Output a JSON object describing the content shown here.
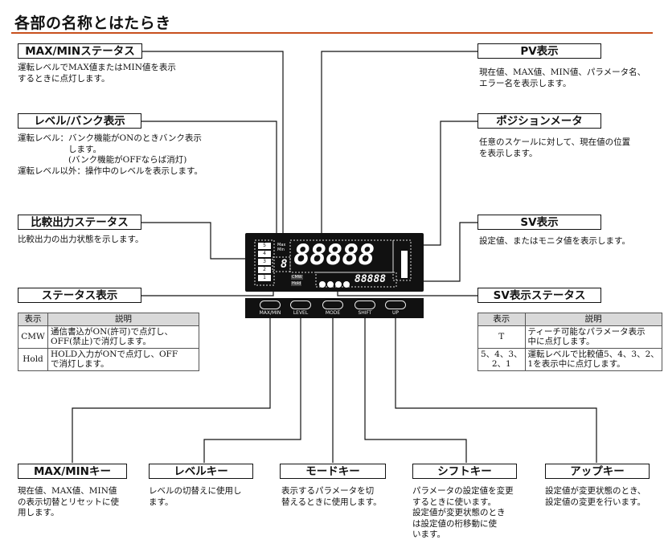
{
  "title": "各部の名称とはたらき",
  "callouts": {
    "maxmin_status": {
      "label": "MAX/MINステータス",
      "desc": "運転レベルでMAX値またはMIN値を表示\nするときに点灯します。"
    },
    "level_bank": {
      "label": "レベル/バンク表示",
      "desc": "運転レベル：バンク機能がONのときバンク表示\n　　　　　　します。\n　　　　　　(バンク機能がOFFならば消灯)\n運転レベル以外：操作中のレベルを表示します。"
    },
    "compare_out": {
      "label": "比較出力ステータス",
      "desc": "比較出力の出力状態を示します。"
    },
    "status_disp": {
      "label": "ステータス表示"
    },
    "pv": {
      "label": "PV表示",
      "desc": "現在値、MAX値、MIN値、パラメータ名、\nエラー名を表示します。"
    },
    "position_meter": {
      "label": "ポジションメータ",
      "desc": "任意のスケールに対して、現在値の位置\nを表示します。"
    },
    "sv": {
      "label": "SV表示",
      "desc": "設定値、またはモニタ値を表示します。"
    },
    "sv_status": {
      "label": "SV表示ステータス"
    }
  },
  "status_table": {
    "headers": [
      "表示",
      "説明"
    ],
    "rows": [
      {
        "key": "CMW",
        "desc": "通信書込がON(許可)で点灯し、\nOFF(禁止)で消灯します。"
      },
      {
        "key": "Hold",
        "desc": "HOLD入力がONで点灯し、OFF\nで消灯します。"
      }
    ]
  },
  "sv_table": {
    "headers": [
      "表示",
      "説明"
    ],
    "rows": [
      {
        "key": "T",
        "desc": "ティーチ可能なパラメータ表示\n中に点灯します。"
      },
      {
        "key": "5、4、3、\n2、1",
        "desc": "運転レベルで比較値5、4、3、2、\n1を表示中に点灯します。"
      }
    ]
  },
  "keys": {
    "maxmin": {
      "label": "MAX/MINキー",
      "desc": "現在値、MAX値、MIN値\nの表示切替とリセットに使\n用します。",
      "panel": "MAX/MIN"
    },
    "level": {
      "label": "レベルキー",
      "desc": "レベルの切替えに使用し\nます。",
      "panel": "LEVEL"
    },
    "mode": {
      "label": "モードキー",
      "desc": "表示するパラメータを切\n替えるときに使用します。",
      "panel": "MODE"
    },
    "shift": {
      "label": "シフトキー",
      "desc": "パラメータの設定値を変更\nするときに使います。\n設定値が変更状態のとき\nは設定値の桁移動に使\nいます。",
      "panel": "SHIFT"
    },
    "up": {
      "label": "アップキー",
      "desc": "設定値が変更状態のとき、\n設定値の変更を行います。",
      "panel": "UP"
    }
  },
  "device": {
    "pv_digits": "88888",
    "sv_digits": "88888",
    "level_digit": "8",
    "maxmin_marks": "Max\nMin",
    "compare_marks": [
      "5",
      "4",
      "3",
      "2",
      "1"
    ],
    "cmw": "CMW",
    "hold": "Hold"
  }
}
